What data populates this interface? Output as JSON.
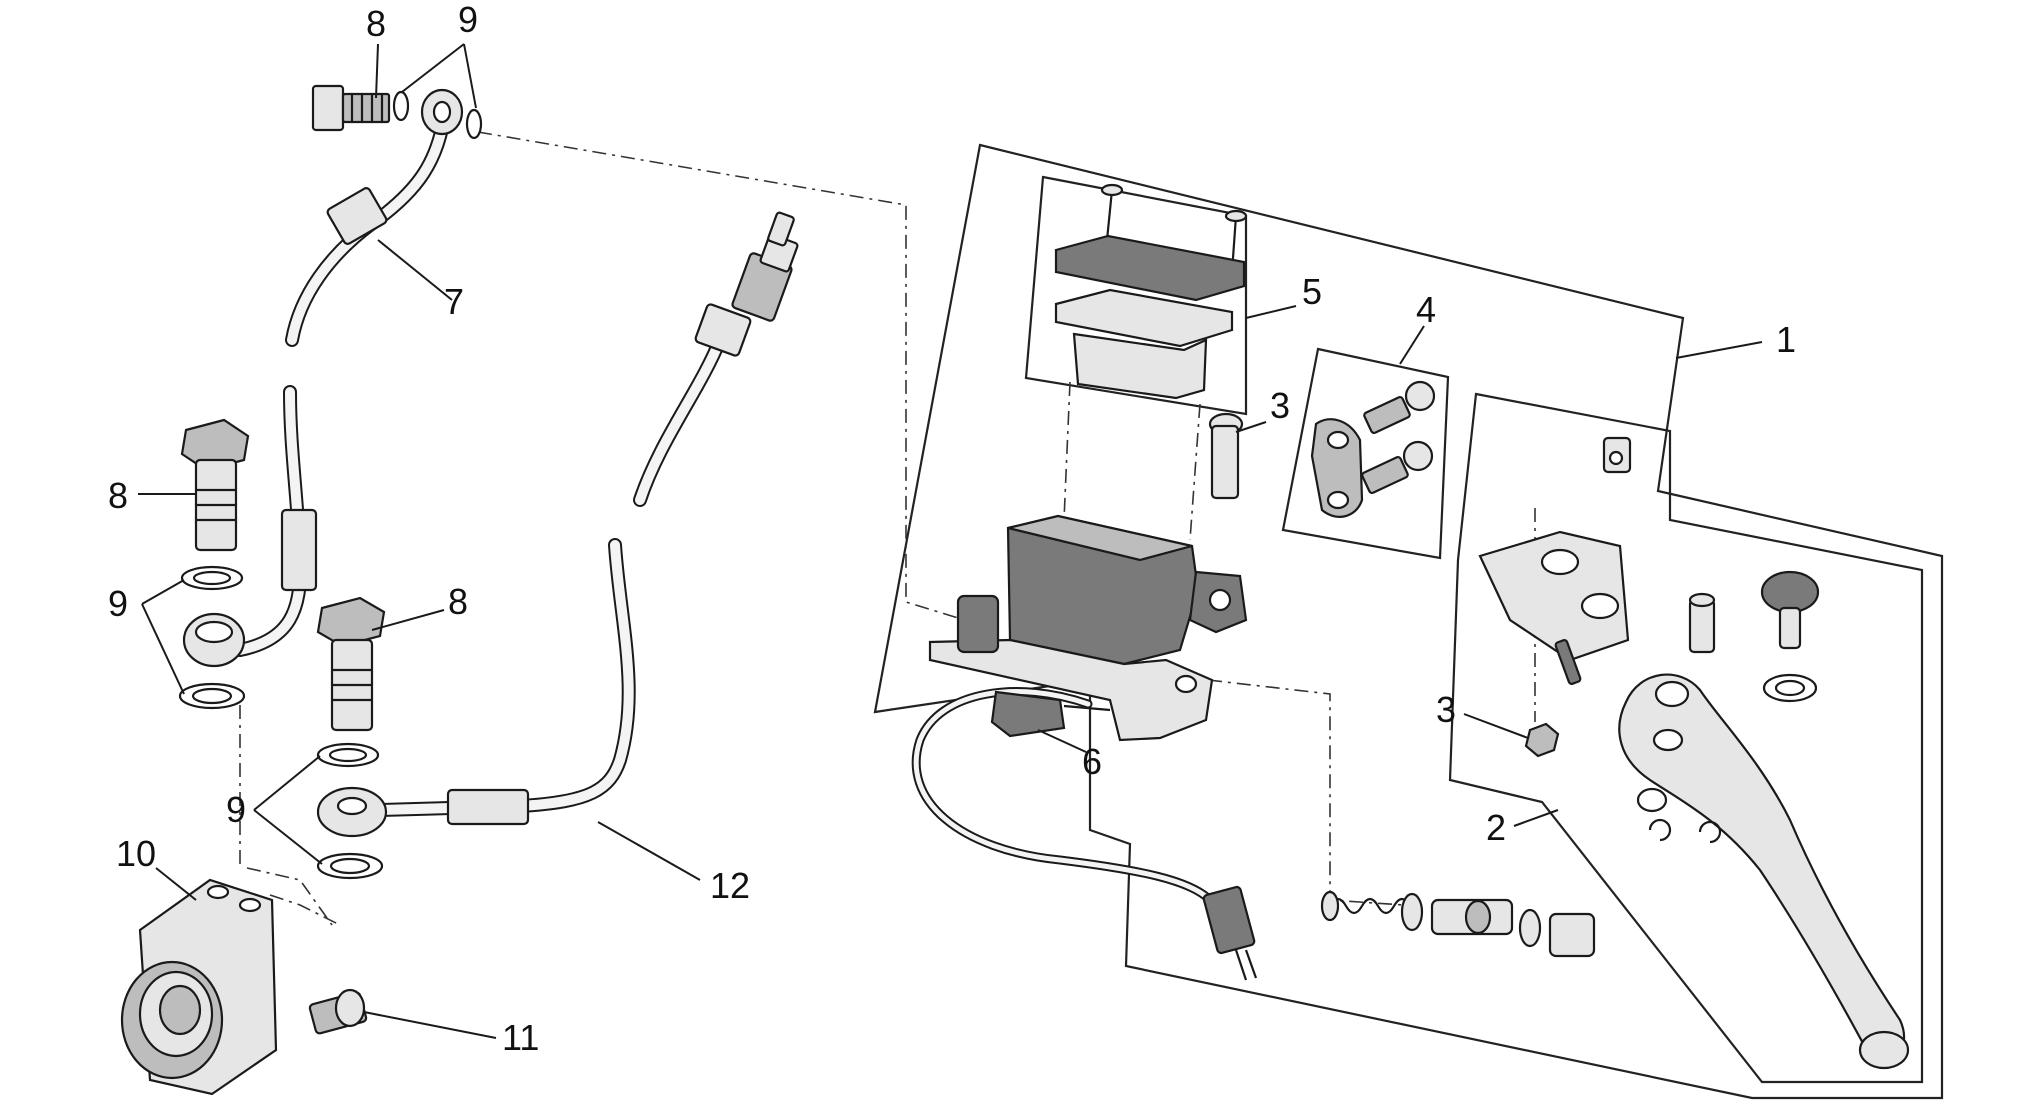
{
  "diagram": {
    "callouts": {
      "c1": "1",
      "c2": "2",
      "c3a": "3",
      "c3b": "3",
      "c4": "4",
      "c5": "5",
      "c6": "6",
      "c7": "7",
      "c8a": "8",
      "c8b": "8",
      "c8c": "8",
      "c9a": "9",
      "c9b": "9",
      "c9c": "9",
      "c10": "10",
      "c11": "11",
      "c12": "12"
    },
    "colors": {
      "line": "#1a1a1a",
      "part_dark": "#7a7a7a",
      "part_mid": "#bdbdbd",
      "part_light": "#e6e6e6",
      "background": "#ffffff"
    }
  }
}
